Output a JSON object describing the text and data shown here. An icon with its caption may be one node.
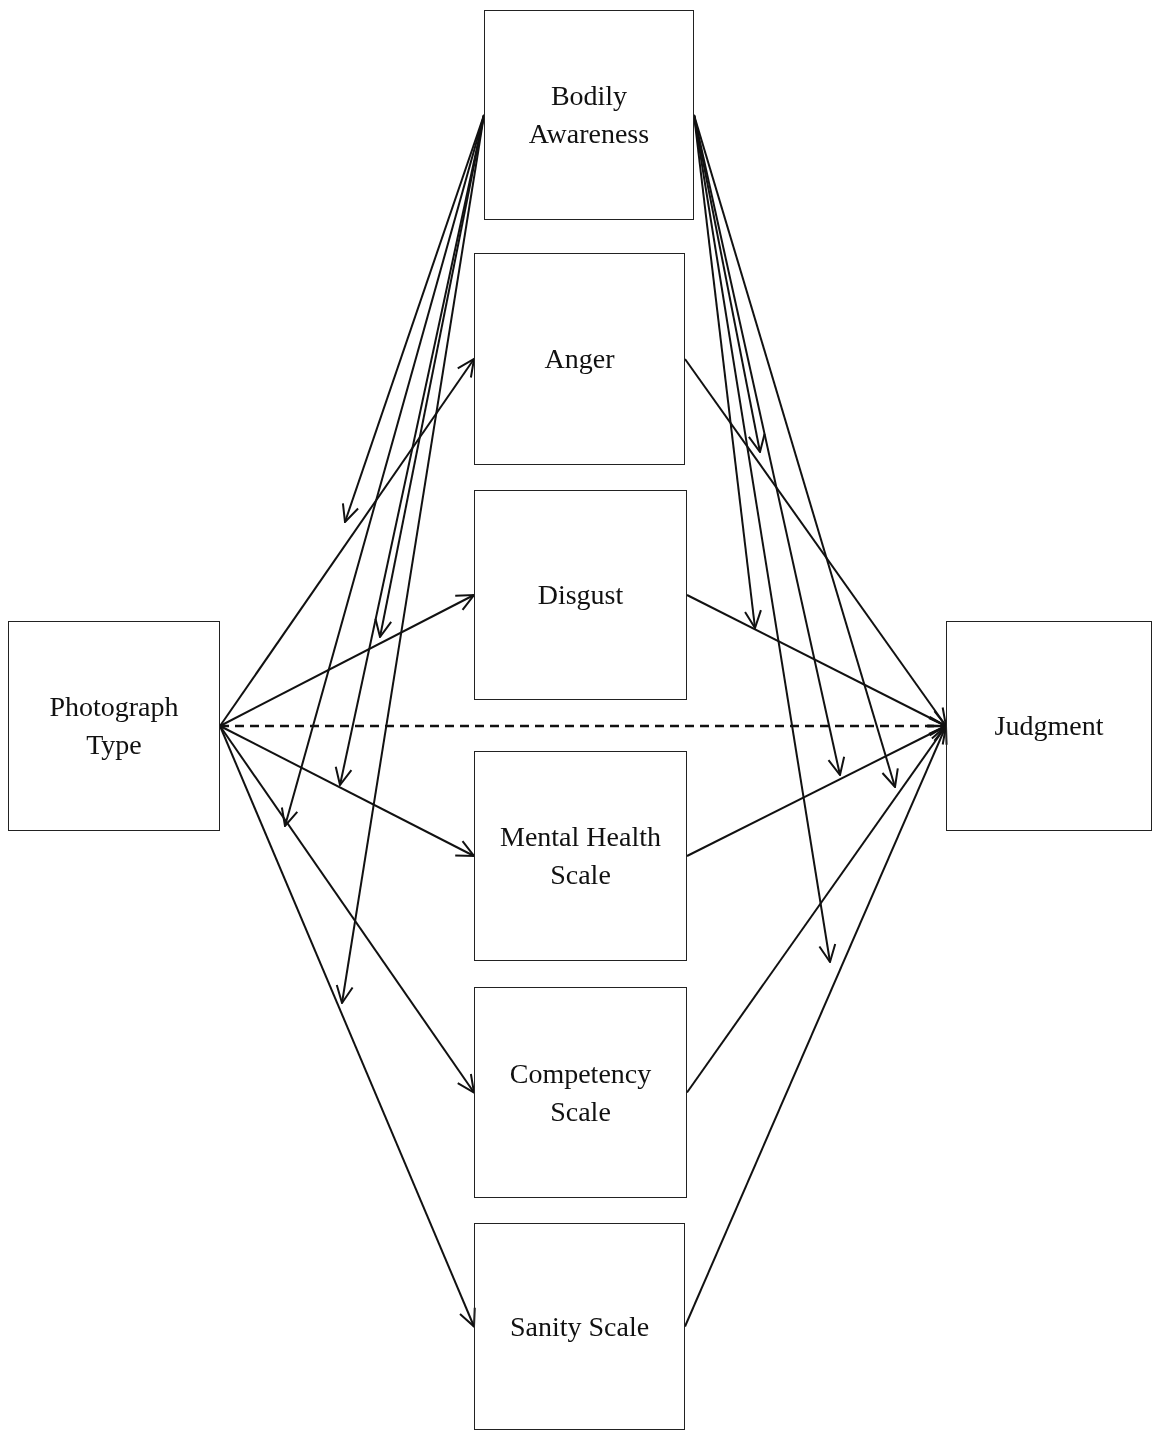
{
  "diagram": {
    "nodes": [
      {
        "text": [
          "Bodily Awareness"
        ]
      },
      {
        "text": [
          "Anger"
        ]
      },
      {
        "text": [
          "Disgust"
        ]
      },
      {
        "text": [
          "Photograph Type"
        ]
      },
      {
        "text": [
          "Mental Health Scale"
        ]
      },
      {
        "text": [
          "Judgment"
        ]
      },
      {
        "text": [
          "Competency Scale"
        ]
      },
      {
        "text": [
          "Sanity Scale"
        ]
      }
    ],
    "edges": [
      {
        "from": 3,
        "to": 1,
        "arrow": "to"
      },
      {
        "from": 3,
        "to": 2,
        "arrow": "to"
      },
      {
        "from": 3,
        "to": 4,
        "arrow": "to"
      },
      {
        "from": 3,
        "to": 6,
        "arrow": "to"
      },
      {
        "from": 3,
        "to": 7,
        "arrow": "to"
      },
      {
        "from": 3,
        "to": 5,
        "arrow": "to",
        "style": "dashed"
      },
      {
        "from": 1,
        "to": 5,
        "arrow": "to"
      },
      {
        "from": 2,
        "to": 5,
        "arrow": "to"
      },
      {
        "from": 4,
        "to": 5,
        "arrow": "to"
      },
      {
        "from": 6,
        "to": 5,
        "arrow": "to"
      },
      {
        "from": 7,
        "to": 5,
        "arrow": "to"
      },
      {
        "from": 0,
        "to": null,
        "arrow": "to"
      },
      {
        "from": 0,
        "to": null,
        "arrow": "to"
      },
      {
        "from": 0,
        "to": null,
        "arrow": "to"
      },
      {
        "from": 0,
        "to": null,
        "arrow": "to"
      },
      {
        "from": 0,
        "to": null,
        "arrow": "to"
      },
      {
        "from": 0,
        "to": null,
        "arrow": "to"
      },
      {
        "from": 0,
        "to": null,
        "arrow": "to"
      },
      {
        "from": 0,
        "to": null,
        "arrow": "to"
      },
      {
        "from": 0,
        "to": null,
        "arrow": "to"
      },
      {
        "from": 0,
        "to": null,
        "arrow": "to"
      }
    ]
  }
}
